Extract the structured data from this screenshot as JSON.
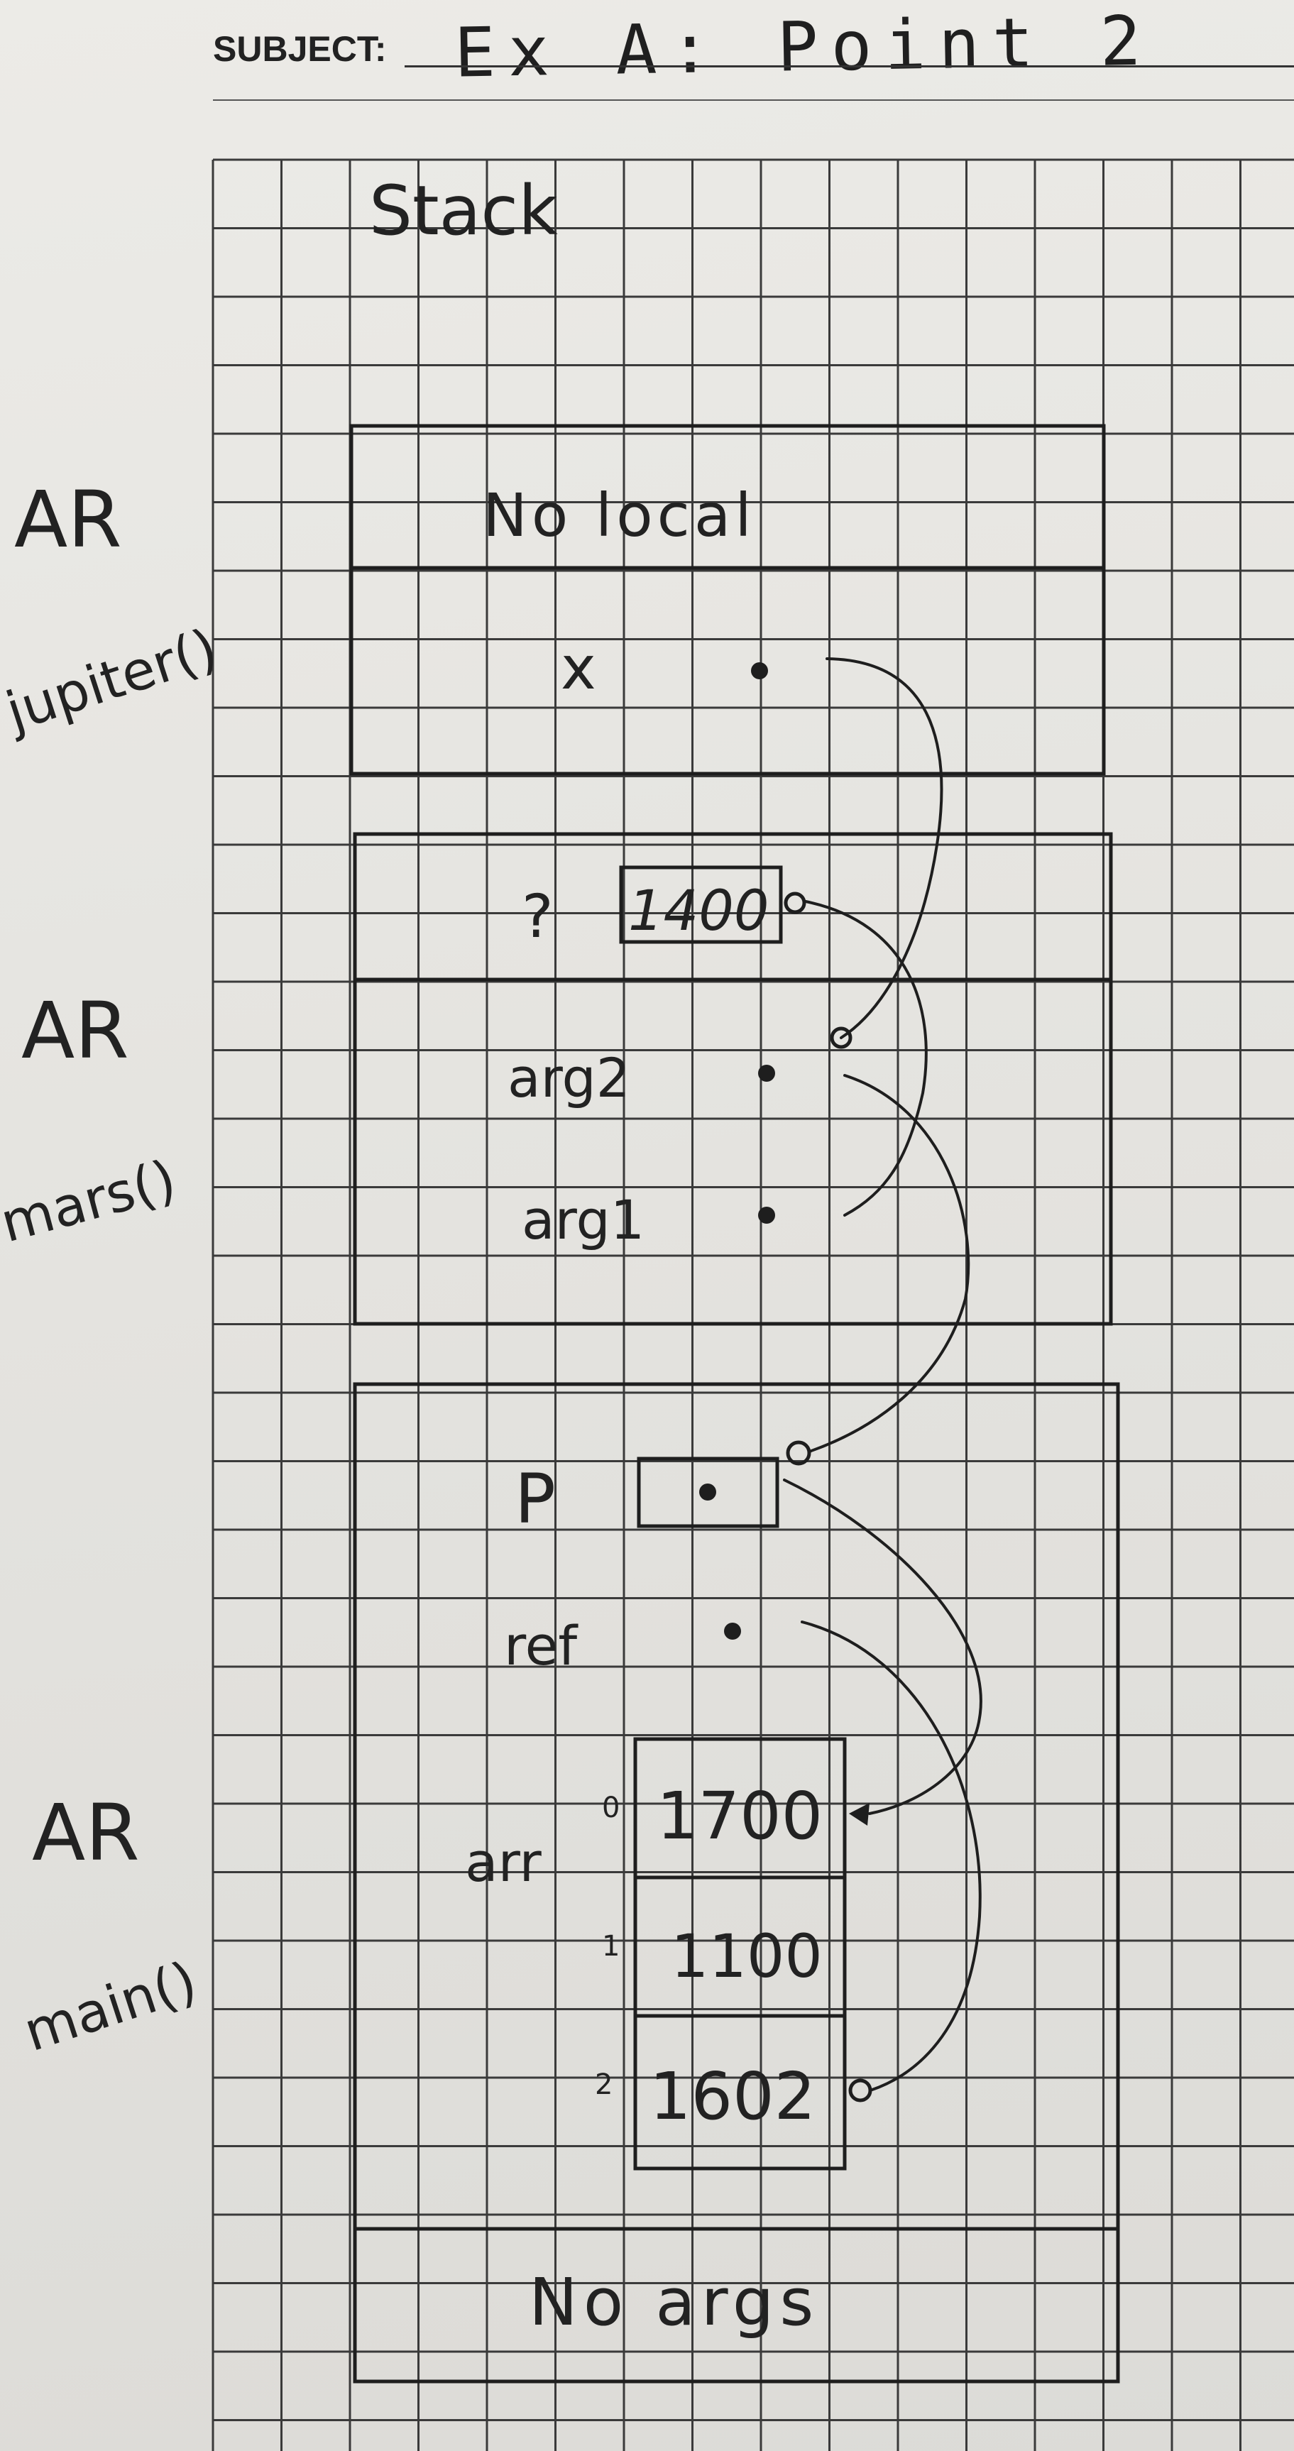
{
  "header": {
    "subject_label": "SUBJECT:",
    "subject_text": "Ex A: Point 2"
  },
  "stack_title": "Stack",
  "frames": [
    {
      "label_top": "AR",
      "label_bottom": "jupiter()",
      "cells": {
        "locals": "No local",
        "x": "x"
      }
    },
    {
      "label_top": "AR",
      "label_bottom": "mars()",
      "cells": {
        "return": "?",
        "return_value": "1400",
        "arg2": "arg2",
        "arg1": "arg1"
      }
    },
    {
      "label_top": "AR",
      "label_bottom": "main()",
      "cells": {
        "p": "P",
        "ref": "ref",
        "arr": "arr",
        "arr_values": [
          "1700",
          "1100",
          "1602"
        ],
        "arr_indices": [
          "0",
          "1",
          "2"
        ],
        "args": "No args"
      }
    }
  ]
}
